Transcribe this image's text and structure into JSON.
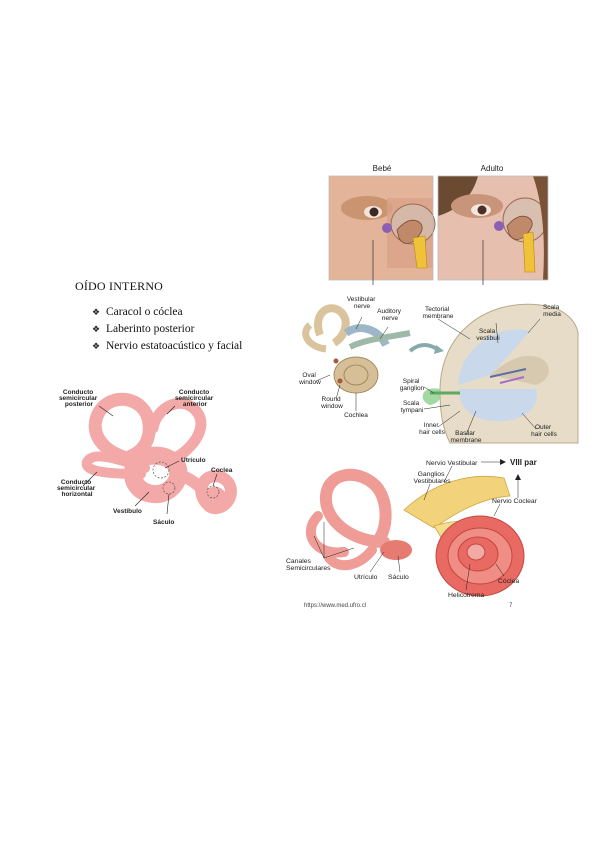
{
  "heading": "OÍDO INTERNO",
  "bullets": [
    "Caracol o cóclea",
    "Laberinto posterior",
    "Nervio estatoacústico y facial"
  ],
  "fig_comparison": {
    "left_label": "Bebé",
    "right_label": "Adulto"
  },
  "fig_labyrinth": {
    "labels": {
      "posterior": [
        "Conducto",
        "semicircular",
        "posterior"
      ],
      "anterior": [
        "Conducto",
        "semicircular",
        "anterior"
      ],
      "horizontal": [
        "Conducto",
        "semicircular",
        "horizontal"
      ],
      "utriculo": "Utrículo",
      "coclea": "Coclea",
      "vestibulo": "Vestíbulo",
      "saculo": "Sáculo"
    }
  },
  "fig_cochlea": {
    "labels": {
      "vestibular_nerve": [
        "Vestibular",
        "nerve"
      ],
      "auditory_nerve": [
        "Auditory",
        "nerve"
      ],
      "oval_window": [
        "Oval",
        "window"
      ],
      "round_window": [
        "Round",
        "window"
      ],
      "cochlea": "Cochlea",
      "tectorial": [
        "Tectorial",
        "membrane"
      ],
      "scala_media": [
        "Scala",
        "media"
      ],
      "scala_vestibuli": [
        "Scala",
        "vestibuli"
      ],
      "spiral_ganglion": [
        "Spiral",
        "ganglion"
      ],
      "scala_tympani": [
        "Scala",
        "tympani"
      ],
      "inner_hair": [
        "Inner",
        "hair cells"
      ],
      "basilar": [
        "Basilar",
        "membrane"
      ],
      "outer_hair": [
        "Outer",
        "hair cells"
      ]
    }
  },
  "fig_nerve": {
    "labels": {
      "nervio_vestibular": "Nervio Vestibular",
      "viii_par": "VIII par",
      "ganglios": [
        "Ganglios",
        "Vestibulares"
      ],
      "nervio_coclear": "Nervio Coclear",
      "canales": [
        "Canales",
        "Semicirculares"
      ],
      "utriculo": "Utrículo",
      "saculo": "Sáculo",
      "coclea": "Cóclea",
      "helicotrema": "Helicotrema",
      "source": "https://www.med.ufro.cl",
      "page_no": "7"
    }
  }
}
